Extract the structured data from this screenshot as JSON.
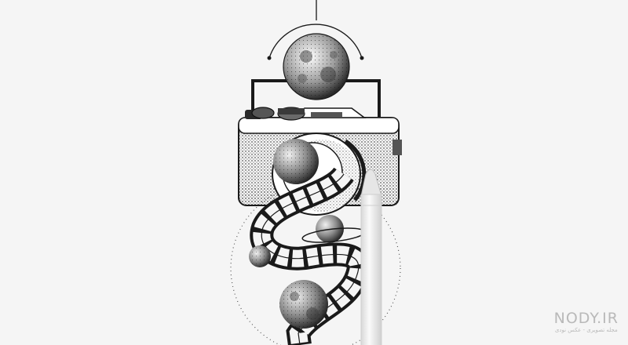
{
  "scene": {
    "subject": "stippled-ink-illustration-camera-film-planets",
    "background_color": "#f5f5f5",
    "ink_color": "#1a1a1a",
    "pencil_color": "#ededed"
  },
  "watermark": {
    "title": "NODY.IR",
    "subtitle": "مجله تصویری - عکس نودی"
  }
}
